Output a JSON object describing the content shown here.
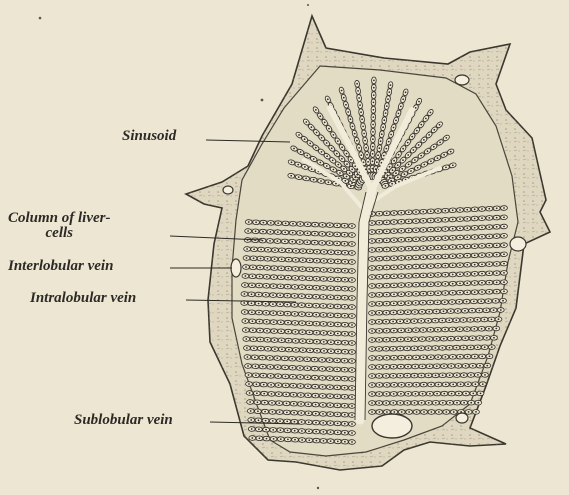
{
  "figure": {
    "labels": {
      "sinusoid": "Sinusoid",
      "column_line1": "Column of liver-",
      "column_line2": "cells",
      "interlobular": "Interlobular vein",
      "intralobular": "Intralobular vein",
      "sublobular": "Sublobular vein"
    },
    "colors": {
      "background": "#ece6d2",
      "capsule": "#dfd7bf",
      "lobule_fill": "#e3dcc4",
      "ink": "#2c2a26"
    }
  }
}
